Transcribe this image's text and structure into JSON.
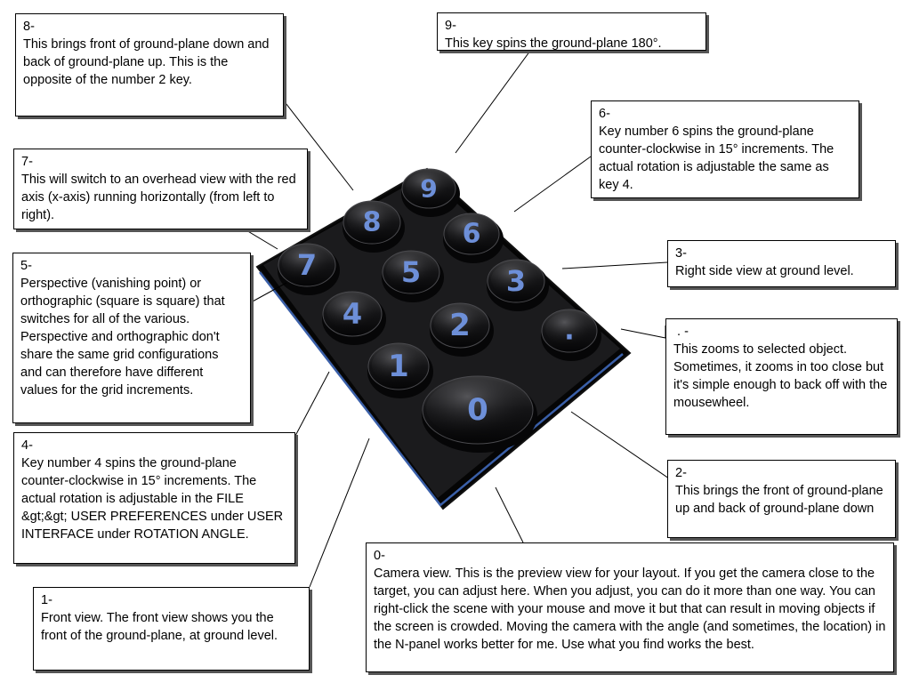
{
  "keypad": {
    "keys": [
      "7",
      "8",
      "9",
      "4",
      "5",
      "6",
      "1",
      "2",
      "3",
      "0",
      "."
    ]
  },
  "callouts": {
    "k8": {
      "title": "8-",
      "body": "This brings front of ground-plane down and back of ground-plane up. This is the opposite of the number 2 key."
    },
    "k9": {
      "title": "9-",
      "body": "This key spins the ground-plane 180°."
    },
    "k6": {
      "title": "6-",
      "body": "Key number 6 spins the ground-plane counter-clockwise in 15° increments. The actual rotation is adjustable the same as key 4."
    },
    "k7": {
      "title": "7-",
      "body": "This will switch to an overhead view with the red axis (x-axis) running horizontally (from left to right)."
    },
    "k3": {
      "title": "3-",
      "body": "Right side view at ground level."
    },
    "k5": {
      "title": "5-",
      "body": "Perspective (vanishing point) or orthographic (square is square) that switches for all of the various. Perspective and orthographic don't share the same grid configurations and can therefore have different values for the grid increments."
    },
    "kdot": {
      "title": " . -",
      "body": "This zooms to selected object. Sometimes, it zooms in too close but it's simple enough to back off with the mousewheel."
    },
    "k4": {
      "title": "4-",
      "body": "Key number 4 spins the ground-plane counter-clockwise in 15° increments. The actual rotation is adjustable in the FILE &gt;&gt; USER PREFERENCES under USER INTERFACE under ROTATION ANGLE."
    },
    "k2": {
      "title": "2-",
      "body": "This brings the front of ground-plane up and back of ground-plane down"
    },
    "k1": {
      "title": "1-",
      "body": "Front view. The front view shows you the front of the ground-plane, at ground level."
    },
    "k0": {
      "title": "0-",
      "body": "Camera view. This is the preview view for your layout. If you get the camera close to the target, you can adjust here. When you adjust, you can do it more than one way. You can right-click the scene with your mouse and move it but that can result in moving objects if the screen is crowded. Moving the camera with the angle (and sometimes, the location) in the N-panel works better for me. Use what you find works the best."
    }
  }
}
